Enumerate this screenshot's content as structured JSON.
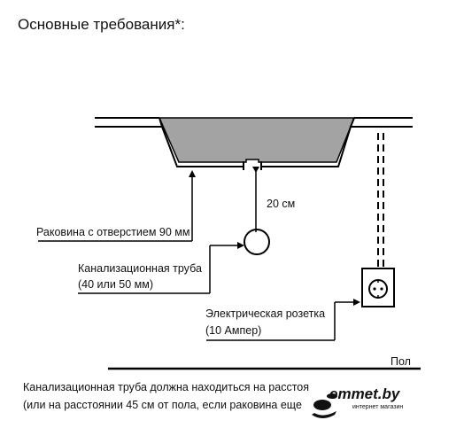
{
  "title": "Основные требования*:",
  "labels": {
    "sink": "Раковина с отверстием 90 мм",
    "pipe_line1": "Канализационная труба",
    "pipe_line2": "(40 или 50 мм)",
    "socket_line1": "Электрическая розетка",
    "socket_line2": "(10 Ампер)",
    "distance": "20 см",
    "floor": "Пол"
  },
  "note": {
    "line1": "Канализационная труба должна находиться на расстоя",
    "line2": "(или на расстоянии 45 см от пола, если раковина еще"
  },
  "logo": {
    "name": "emmet.by",
    "subtitle": "интернет магазин"
  },
  "colors": {
    "sink_fill": "#a3a3a3",
    "line": "#000000"
  }
}
